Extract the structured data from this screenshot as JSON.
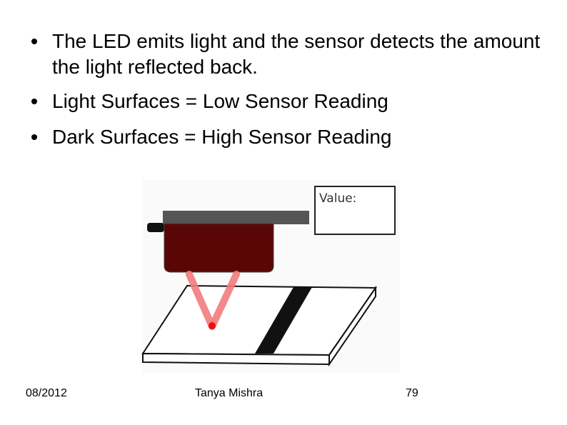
{
  "bullets": [
    "The LED emits light and the sensor detects the amount the light reflected back.",
    "Light Surfaces = Low Sensor Reading",
    "Dark Surfaces = High Sensor Reading"
  ],
  "illustration": {
    "value_label": "Value:",
    "colors": {
      "sensor_body": "#5a0607",
      "sensor_cap": "#555555",
      "beam": "#f27c7c",
      "surface": "#ffffff",
      "dark_stripe": "#111111"
    }
  },
  "footer": {
    "date": "08/2012",
    "author": "Tanya Mishra",
    "page": "79"
  }
}
